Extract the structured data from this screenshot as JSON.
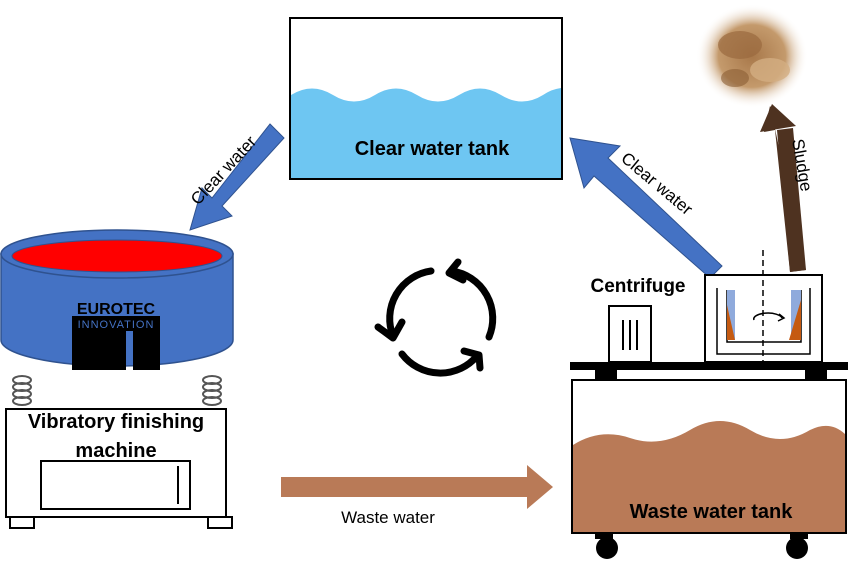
{
  "clear_water_tank": {
    "label": "Clear water tank",
    "water_color": "#6ec6f2"
  },
  "arrows": {
    "clear_water_left": {
      "label": "Clear water",
      "color": "#4472c4"
    },
    "clear_water_right": {
      "label": "Clear water",
      "color": "#4472c4"
    },
    "sludge": {
      "label": "Sludge",
      "color": "#4e3220"
    },
    "waste_water": {
      "label": "Waste water",
      "color": "#b97a57"
    }
  },
  "vibratory_machine": {
    "label_line1": "Vibratory finishing",
    "label_line2": "machine",
    "bowl_color": "#4472c4",
    "media_color": "#ff0000",
    "logo_line1": "EUROTEC",
    "logo_line2": "INNOVATION"
  },
  "centrifuge": {
    "label": "Centrifuge"
  },
  "waste_water_tank": {
    "label": "Waste water tank",
    "water_color": "#b97a57"
  },
  "cycle_icon": "recycle-cycle-icon"
}
